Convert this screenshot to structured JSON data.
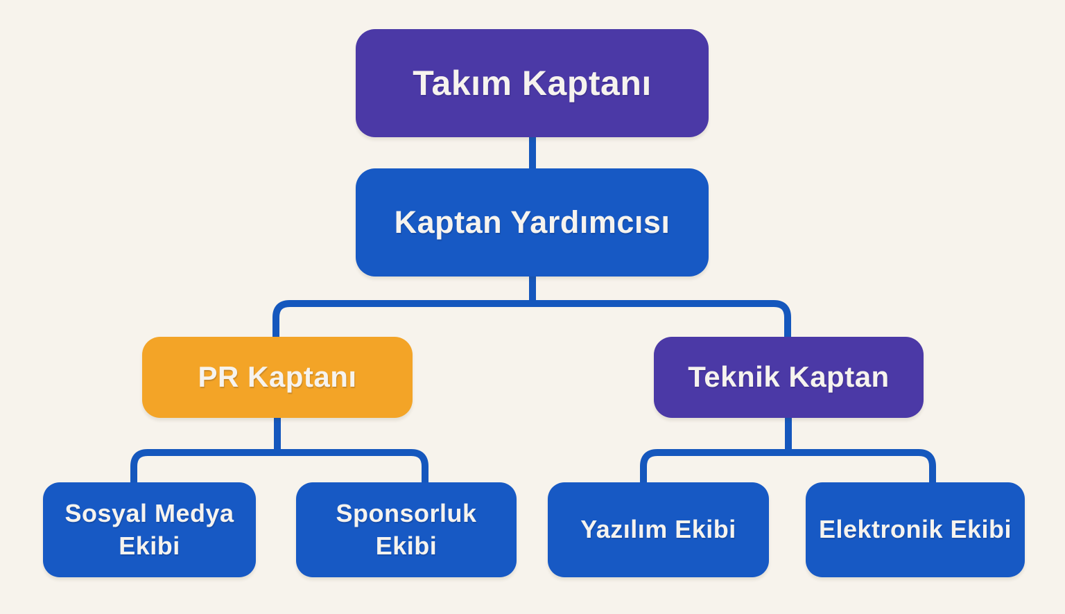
{
  "org": {
    "background": "#F7F3EC",
    "line_color": "#1557BD",
    "text_color": "#F6F3EE",
    "root": {
      "label": "Takım Kaptanı",
      "color": "#4B39A6",
      "children": [
        {
          "label": "Kaptan Yardımcısı",
          "color": "#1759C4",
          "children": [
            {
              "label": "PR Kaptanı",
              "color": "#F3A427",
              "children": [
                {
                  "label": "Sosyal Medya Ekibi",
                  "color": "#1759C4"
                },
                {
                  "label": "Sponsorluk Ekibi",
                  "color": "#1759C4"
                }
              ]
            },
            {
              "label": "Teknik Kaptan",
              "color": "#4B39A6",
              "children": [
                {
                  "label": "Yazılım Ekibi",
                  "color": "#1759C4"
                },
                {
                  "label": "Elektronik Ekibi",
                  "color": "#1759C4"
                }
              ]
            }
          ]
        }
      ]
    }
  }
}
